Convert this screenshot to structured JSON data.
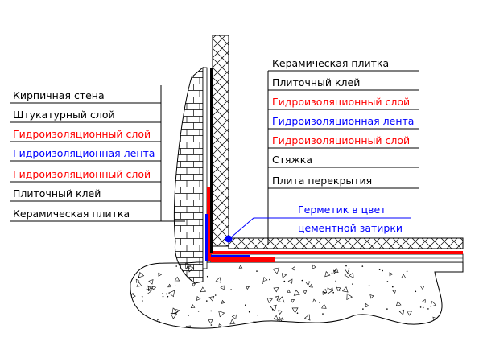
{
  "left_labels": [
    {
      "text": "Кирпичная стена",
      "color": "#000000"
    },
    {
      "text": "Штукатурный слой",
      "color": "#000000"
    },
    {
      "text": "Гидроизоляционный слой",
      "color": "#ff0000"
    },
    {
      "text": "Гидроизоляционная лента",
      "color": "#0000ff"
    },
    {
      "text": "Гидроизоляционный слой",
      "color": "#ff0000"
    },
    {
      "text": "Плиточный клей",
      "color": "#000000"
    },
    {
      "text": "Керамическая плитка",
      "color": "#000000"
    }
  ],
  "right_labels": [
    {
      "text": "Керамическая плитка",
      "color": "#000000"
    },
    {
      "text": "Плиточный клей",
      "color": "#000000"
    },
    {
      "text": "Гидроизоляционный слой",
      "color": "#ff0000"
    },
    {
      "text": "Гидроизоляционная лента",
      "color": "#0000ff"
    },
    {
      "text": "Гидроизоляционный слой",
      "color": "#ff0000"
    },
    {
      "text": "Стяжка",
      "color": "#000000"
    },
    {
      "text": "Плита перекрытия",
      "color": "#000000"
    }
  ],
  "sealant_label": {
    "line1": "Герметик в цвет",
    "line2": "цементной затирки",
    "color": "#0000ff"
  },
  "colors": {
    "line": "#000000",
    "waterproofing_layer": "#ff0000",
    "waterproofing_tape": "#0000ff"
  }
}
